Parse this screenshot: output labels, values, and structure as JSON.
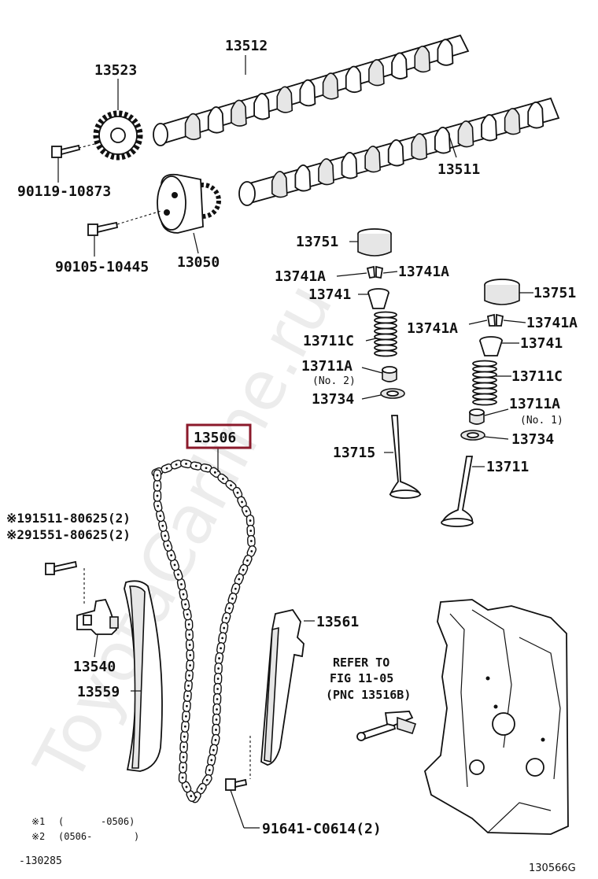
{
  "watermark": "ToyotaCarline.ru",
  "parts": {
    "camshaft_exhaust": "13512",
    "camshaft_intake": "13511",
    "cam_sprocket": "13523",
    "bolt_sprocket": "90119-10873",
    "vvt_gear": "13050",
    "bolt_vvt": "90105-10445",
    "valve_lifter_a": "13751",
    "keeper_a_left": "13741A",
    "keeper_a_right": "13741A",
    "retainer_a": "13741",
    "spring_a": "13711C",
    "spring_seat_a": "13711A",
    "spring_seat_a_note": "(No. 2)",
    "stem_seal_a": "13734",
    "valve_exhaust": "13715",
    "timing_chain": "13506",
    "valve_lifter_b": "13751",
    "keeper_b_left": "13741A",
    "keeper_b_right": "13741A",
    "retainer_b": "13741",
    "spring_b": "13711C",
    "spring_seat_b": "13711A",
    "spring_seat_b_note": "(No. 1)",
    "stem_seal_b": "13734",
    "valve_intake": "13711",
    "tensioner_bolt_1": "※191511-80625(2)",
    "tensioner_bolt_2": "※291551-80625(2)",
    "tensioner": "13540",
    "slipper": "13559",
    "damper": "13561",
    "damper_bolt": "91641-C0614(2)",
    "refer_line1": "REFER TO",
    "refer_line2": "FIG 11-05",
    "refer_line3": "(PNC 13516B)"
  },
  "footnotes": {
    "n1_mark": "※1",
    "n1_open": "(",
    "n1_range": "-0506)",
    "n2_mark": "※2",
    "n2_range": "(0506-",
    "n2_close": ")",
    "serial": "-130285",
    "figure_id": "130566G"
  }
}
